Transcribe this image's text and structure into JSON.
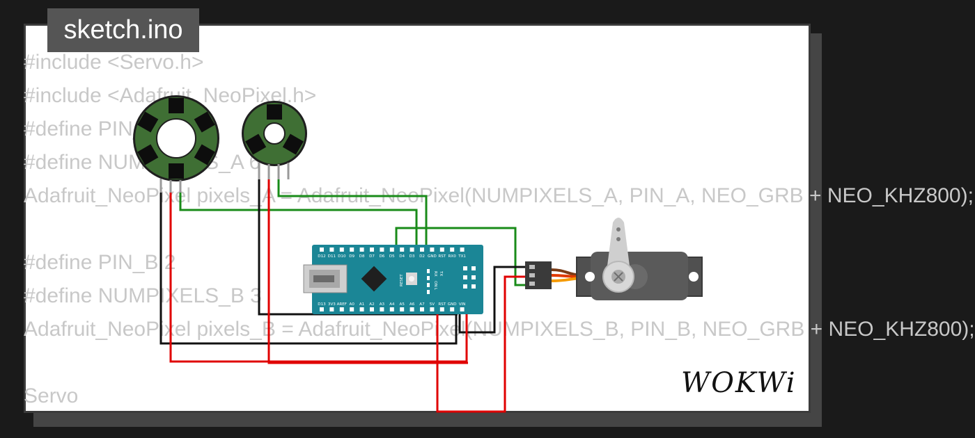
{
  "file_tab": {
    "label": "sketch.ino"
  },
  "code_lines": [
    "#include <Servo.h>",
    "#include <Adafruit_NeoPixel.h>",
    "#define PIN_A 3",
    "#define NUMPIXELS_A 6",
    "Adafruit_NeoPixel pixels_A = Adafruit_NeoPixel(NUMPIXELS_A, PIN_A, NEO_GRB + NEO_KHZ800);",
    "",
    "#define PIN_B 2",
    "#define NUMPIXELS_B 3",
    "Adafruit_NeoPixel pixels_B = Adafruit_NeoPixel(NUMPIXELS_B, PIN_B, NEO_GRB + NEO_KHZ800);",
    "",
    "Servo"
  ],
  "board": {
    "top_pins": [
      "D12",
      "D11",
      "D10",
      "D9",
      "D8",
      "D7",
      "D6",
      "D5",
      "D4",
      "D3",
      "D2",
      "GND",
      "RST",
      "RX0",
      "TX1"
    ],
    "bottom_pins": [
      "D13",
      "3V3",
      "AREF",
      "A0",
      "A1",
      "A2",
      "A3",
      "A4",
      "A5",
      "A6",
      "A7",
      "5V",
      "RST",
      "GND",
      "VIN"
    ],
    "labels": {
      "reset": "RESET",
      "tx": "TX",
      "rx": "RX",
      "on": "ON",
      "l": "L"
    }
  },
  "logo": {
    "text": "WOKWi"
  },
  "colors": {
    "wire_green": "#198b19",
    "wire_black": "#111111",
    "wire_red": "#e00000",
    "board_teal": "#1b8696",
    "ring_green": "#3f6f34",
    "servo_body": "#505050"
  }
}
